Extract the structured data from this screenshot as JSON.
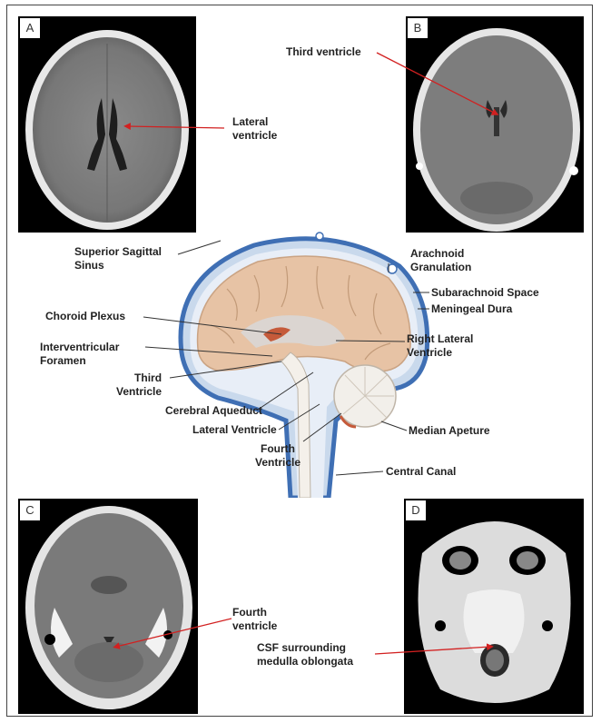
{
  "panels": {
    "a": {
      "letter": "A",
      "label_line1": "Lateral",
      "label_line2": "ventricle"
    },
    "b": {
      "letter": "B",
      "label": "Third ventricle"
    },
    "c": {
      "letter": "C",
      "label_line1": "Fourth",
      "label_line2": "ventricle"
    },
    "d": {
      "letter": "D",
      "label_line1": "CSF surrounding",
      "label_line2": "medulla oblongata"
    }
  },
  "diagram": {
    "superior_sagittal_sinus": {
      "line1": "Superior Sagittal",
      "line2": "Sinus"
    },
    "arachnoid_granulation": {
      "line1": "Arachnoid",
      "line2": "Granulation"
    },
    "subarachnoid_space": "Subarachnoid Space",
    "meningeal_dura": "Meningeal Dura",
    "choroid_plexus": "Choroid Plexus",
    "right_lateral_ventricle": {
      "line1": "Right Lateral",
      "line2": "Ventricle"
    },
    "interventricular_foramen": {
      "line1": "Interventricular",
      "line2": "Foramen"
    },
    "third_ventricle": {
      "line1": "Third",
      "line2": "Ventricle"
    },
    "cerebral_aqueduct": "Cerebral Aqueduct",
    "lateral_ventricle": "Lateral Ventricle",
    "median_apeture": "Median Apeture",
    "fourth_ventricle": {
      "line1": "Fourth",
      "line2": "Ventricle"
    },
    "central_canal": "Central Canal"
  },
  "colors": {
    "pointer_red": "#d22020",
    "leader_dark": "#333333",
    "dura_blue": "#3f6fb4",
    "brain_tan": "#e7c3a5"
  }
}
